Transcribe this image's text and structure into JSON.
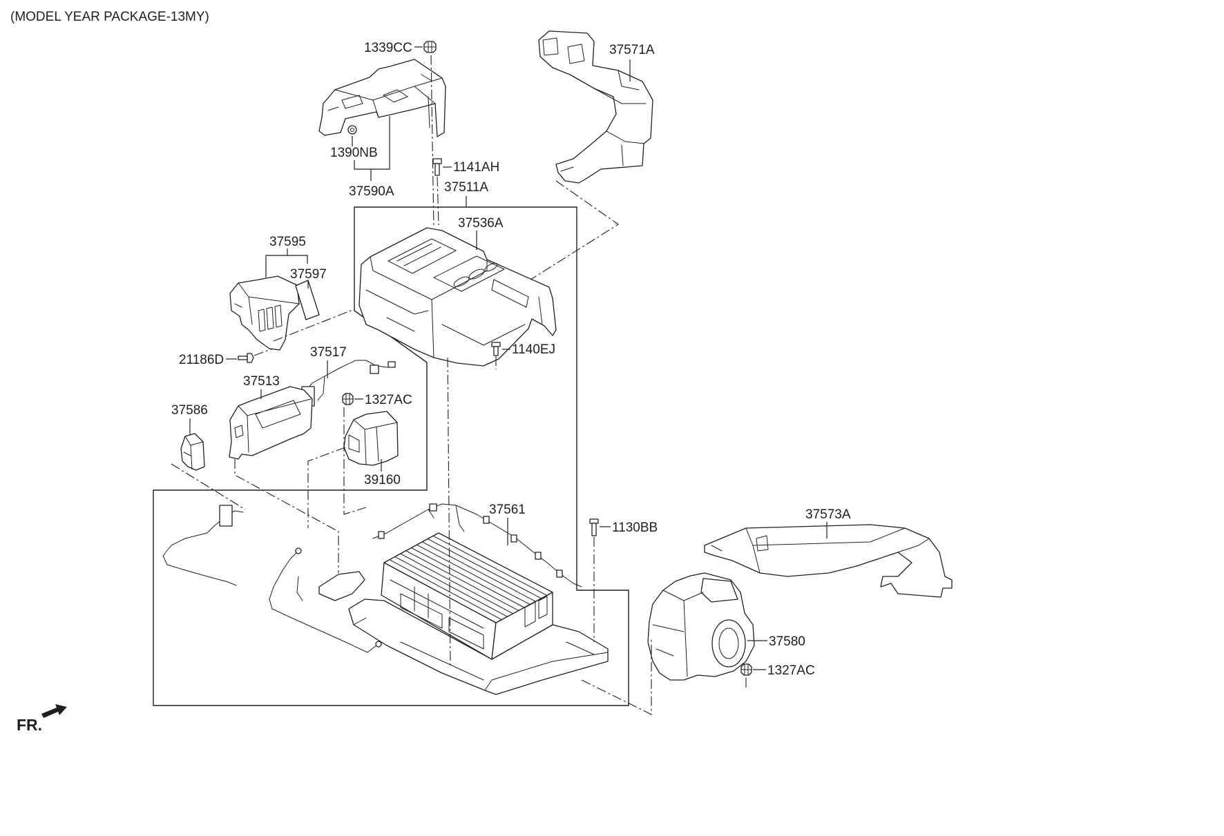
{
  "header": {
    "title": "(MODEL YEAR PACKAGE-13MY)"
  },
  "callouts": [
    {
      "part_no": "1339CC"
    },
    {
      "part_no": "37571A"
    },
    {
      "part_no": "1390NB"
    },
    {
      "part_no": "37590A"
    },
    {
      "part_no": "1141AH"
    },
    {
      "part_no": "37511A"
    },
    {
      "part_no": "37536A"
    },
    {
      "part_no": "37595"
    },
    {
      "part_no": "37597"
    },
    {
      "part_no": "21186D"
    },
    {
      "part_no": "37517"
    },
    {
      "part_no": "1140EJ"
    },
    {
      "part_no": "37513"
    },
    {
      "part_no": "1327AC"
    },
    {
      "part_no": "37586"
    },
    {
      "part_no": "39160"
    },
    {
      "part_no": "37561"
    },
    {
      "part_no": "1130BB"
    },
    {
      "part_no": "37573A"
    },
    {
      "part_no": "37580"
    },
    {
      "part_no": "1327AC"
    }
  ],
  "orientation": {
    "front_label": "FR.",
    "arrow_icon": "front-arrow-icon"
  },
  "colors": {
    "ink": "#1e1e1e",
    "background": "#ffffff"
  }
}
